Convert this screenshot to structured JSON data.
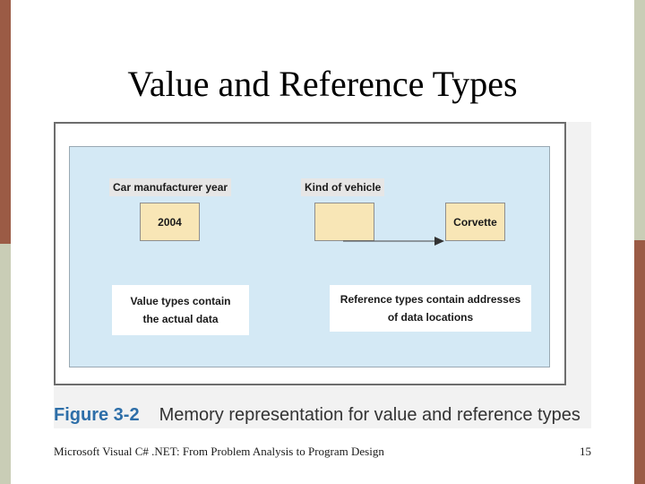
{
  "slide": {
    "title": "Value and Reference Types",
    "footer": "Microsoft Visual C# .NET: From Problem Analysis to Program Design",
    "page_number": "15"
  },
  "figure": {
    "value_label": "Car manufacturer year",
    "value": "2004",
    "reference_label": "Kind of vehicle",
    "referenced_value": "Corvette",
    "value_note": [
      "Value types contain",
      "the actual data"
    ],
    "reference_note": [
      "Reference types contain addresses",
      "of data locations"
    ],
    "caption_label": "Figure 3-2",
    "caption_text": "Memory representation for value and reference types"
  },
  "colors": {
    "panel_background": "#d4e9f5",
    "memory_cell": "#f8e6b6",
    "caption_label": "#2d6ea8",
    "accent_bar": "#9b5b45",
    "side_bar": "#c9cdb6"
  }
}
